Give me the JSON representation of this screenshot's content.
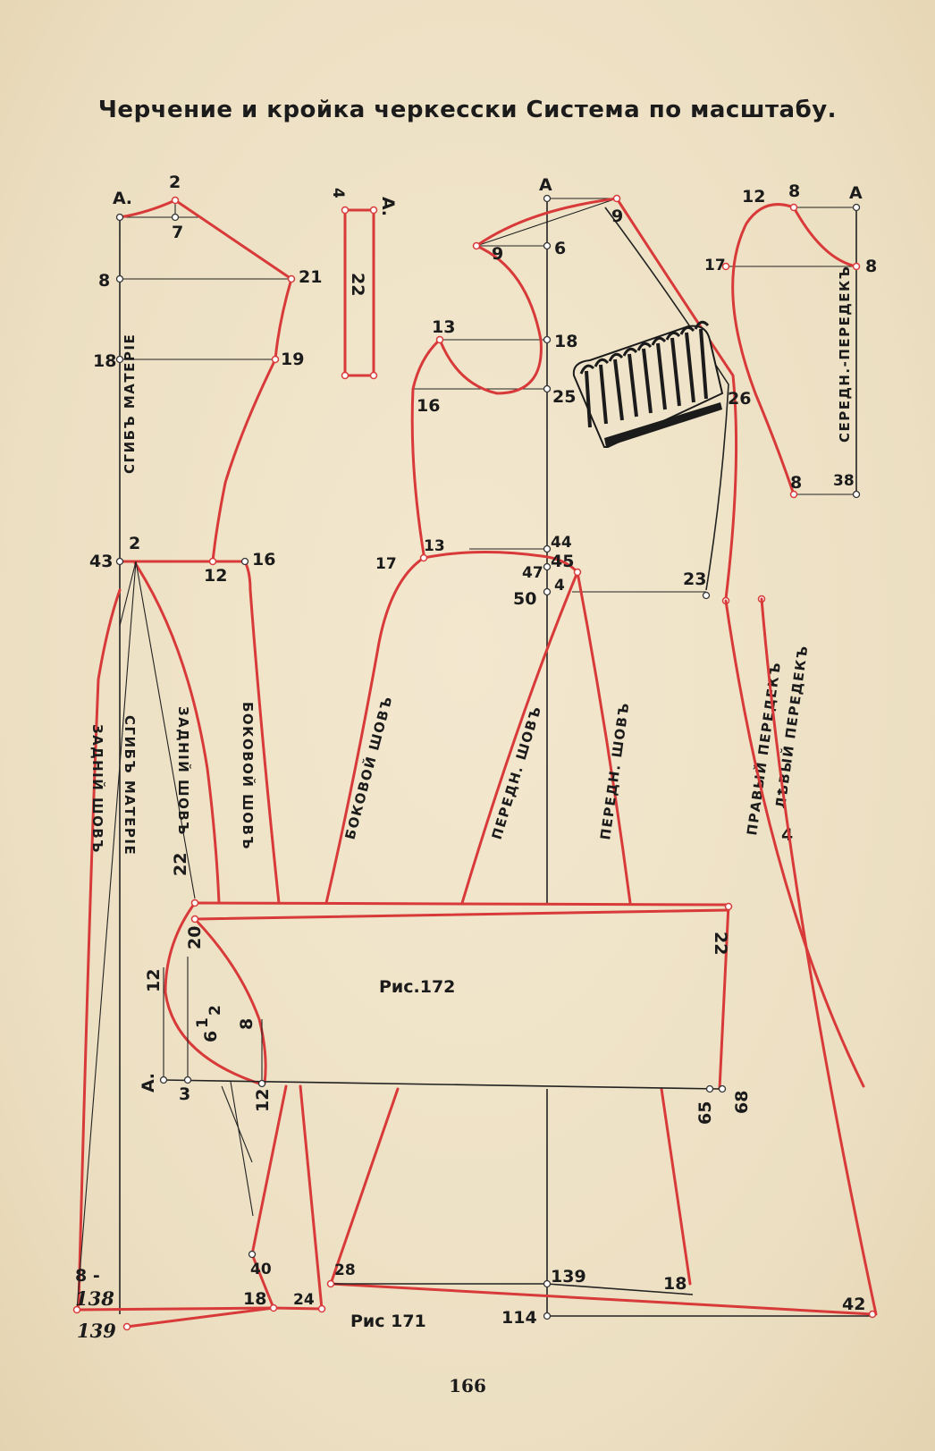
{
  "title": "Черчение и кройка черкесски Система по масштабу.",
  "page_number": "166",
  "figures": {
    "fig172": "Рис.172",
    "fig171": "Рис 171"
  },
  "seam_labels": {
    "back_fold": "СГИБЪ МАТЕРІЕ",
    "back_seam": "ЗАДНІЙ ШОВЪ",
    "back_fold_2": "СГИБЪ МАТЕРІЕ",
    "back_seam_2": "ЗАДНІЙ ШОВЪ",
    "side_seam": "БОКОВОЙ ШОВЪ",
    "side_seam_2": "БОКОВОЙ ШОВЪ",
    "front_seam": "ПЕРЕДН. ШОВЪ",
    "front_seam_2": "ПЕРЕДН. ШОВЪ",
    "right_front": "ПРАВЫЙ ПЕРЕДЕКЪ",
    "left_front": "ЛѢВЫЙ ПЕРЕДЕКЪ",
    "middle_front": "СЕРЕДН.-ПЕРЕДЕКЪ"
  },
  "points": {
    "back": {
      "A": "А.",
      "n2": "2",
      "n7": "7",
      "n8": "8",
      "n21": "21",
      "n18": "18",
      "n19": "19",
      "n43": "43",
      "n2b": "2",
      "n12": "12",
      "n16": "16"
    },
    "strip": {
      "n4": "4",
      "A": "А.",
      "n22": "22"
    },
    "front": {
      "A": "А",
      "n9a": "9",
      "n9b": "9",
      "n6": "6",
      "n13": "13",
      "n18": "18",
      "n16": "16",
      "n25": "25",
      "n26": "26",
      "n13b": "13",
      "n17": "17",
      "n44": "44",
      "n45": "45",
      "n47": "47",
      "n4": "4",
      "n50": "50",
      "n23": "23"
    },
    "middle_front": {
      "n12": "12",
      "n8": "8",
      "A": "А",
      "n17": "17",
      "n8b": "8",
      "n8c": "8",
      "n38": "38"
    },
    "sleeve": {
      "n22": "22",
      "n20": "20",
      "n12": "12",
      "n6_1_2": "6",
      "n8": "8",
      "A": "А.",
      "n3": "3",
      "n12b": "12",
      "n22r": "22",
      "n65": "65",
      "n68": "68",
      "half_sup": "1",
      "half_sub": "2"
    },
    "skirt": {
      "n8": "8 -",
      "n138": "138",
      "n139": "139",
      "n18": "18",
      "n24": "24",
      "n40": "40",
      "n28": "28",
      "n139b": "139",
      "n114": "114",
      "n18b": "18",
      "n42": "42",
      "n4": "4"
    }
  }
}
